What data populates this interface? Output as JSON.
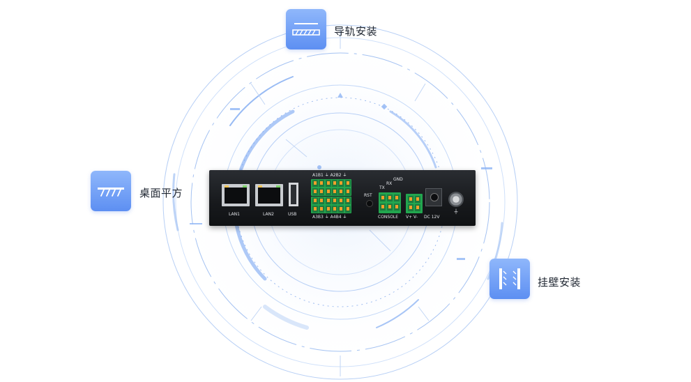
{
  "mounting_options": [
    {
      "label": "导轨安装",
      "icon": "din-rail-icon"
    },
    {
      "label": "桌面平方",
      "icon": "desktop-flat-icon"
    },
    {
      "label": "挂壁安装",
      "icon": "wall-mount-icon"
    }
  ],
  "device": {
    "ports": {
      "lan1": "LAN1",
      "lan2": "LAN2",
      "usb": "USB",
      "rst": "RST",
      "console": "CONSOLE",
      "power": "DC 12V",
      "console_pins": [
        "TX",
        "RX",
        "GND"
      ],
      "power_pins": "V+ V-",
      "io_top": "A1B1 ⏚ A2B2 ⏚",
      "io_bottom": "A3B3 ⏚ A4B4 ⏚"
    }
  },
  "colors": {
    "accent": "#6f9ff7",
    "ring": "#a9c8f4",
    "device_body": "#1b1d20",
    "terminal_green": "#22a64f",
    "terminal_orange": "#f2a02b"
  }
}
